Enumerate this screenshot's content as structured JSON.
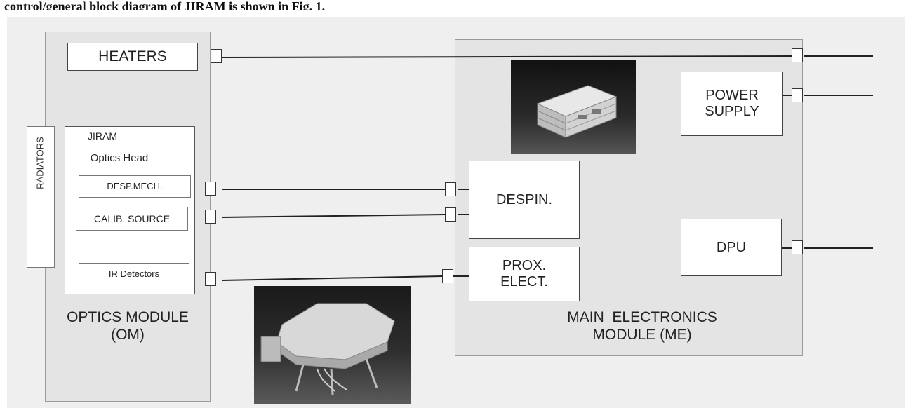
{
  "caption": "control/general block diagram of JIRAM is shown in Fig. 1.",
  "optics_module": {
    "label_line1": "OPTICS MODULE",
    "label_line2": "(OM)",
    "heaters": "HEATERS",
    "radiators": "RADIATORS",
    "optics_head_line1": "JIRAM",
    "optics_head_line2": "Optics Head",
    "desp_mech": "DESP.MECH.",
    "calib_source": "CALIB. SOURCE",
    "ir_detectors": "IR Detectors"
  },
  "main_electronics": {
    "label_line1": "MAIN  ELECTRONICS",
    "label_line2": "MODULE (ME)",
    "power_supply_line1": "POWER",
    "power_supply_line2": "SUPPLY",
    "despin": "DESPIN.",
    "prox_elect_line1": "PROX.",
    "prox_elect_line2": "ELECT.",
    "dpu": "DPU"
  },
  "colors": {
    "module_fill": "#e4e4e4",
    "background": "#efefef",
    "line": "#222222"
  }
}
